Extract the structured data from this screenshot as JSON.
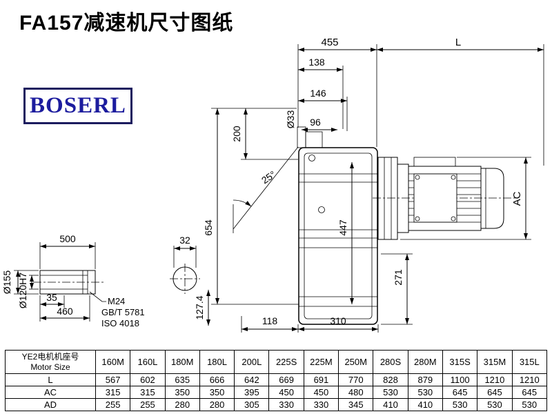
{
  "title": "FA157减速机尺寸图纸",
  "logo": {
    "text": "BOSERL"
  },
  "colors": {
    "logo_text": "#1c1c9e",
    "logo_border": "#1b1b5e",
    "drawing_line": "#000000",
    "background": "#ffffff"
  },
  "drawing": {
    "dims": {
      "w455": "455",
      "len_l": "L",
      "w138": "138",
      "w146": "146",
      "w96": "96",
      "dia33": "Ø33",
      "h200": "200",
      "ang25": "25°",
      "h654": "654",
      "h447": "447",
      "ac": "AC",
      "h271": "271",
      "w118": "118",
      "w310": "310",
      "l500": "500",
      "k32": "32",
      "l35": "35",
      "l460": "460",
      "dia155": "Ø155",
      "dia120": "Ø120H7",
      "thread": "M24",
      "std_gb": "GB/T 5781",
      "std_iso": "ISO 4018",
      "h127": "127.4"
    }
  },
  "table": {
    "row_header_cn": "YE2电机机座号",
    "row_header_en": "Motor Size",
    "columns": [
      "160M",
      "160L",
      "180M",
      "180L",
      "200L",
      "225S",
      "225M",
      "250M",
      "280S",
      "280M",
      "315S",
      "315M",
      "315L"
    ],
    "rows": [
      {
        "label": "L",
        "values": [
          "567",
          "602",
          "635",
          "666",
          "642",
          "669",
          "691",
          "770",
          "828",
          "879",
          "1100",
          "1210",
          "1210"
        ]
      },
      {
        "label": "AC",
        "values": [
          "315",
          "315",
          "350",
          "350",
          "395",
          "450",
          "450",
          "480",
          "530",
          "530",
          "645",
          "645",
          "645"
        ]
      },
      {
        "label": "AD",
        "values": [
          "255",
          "255",
          "280",
          "280",
          "305",
          "330",
          "330",
          "345",
          "410",
          "410",
          "530",
          "530",
          "530"
        ]
      }
    ]
  }
}
